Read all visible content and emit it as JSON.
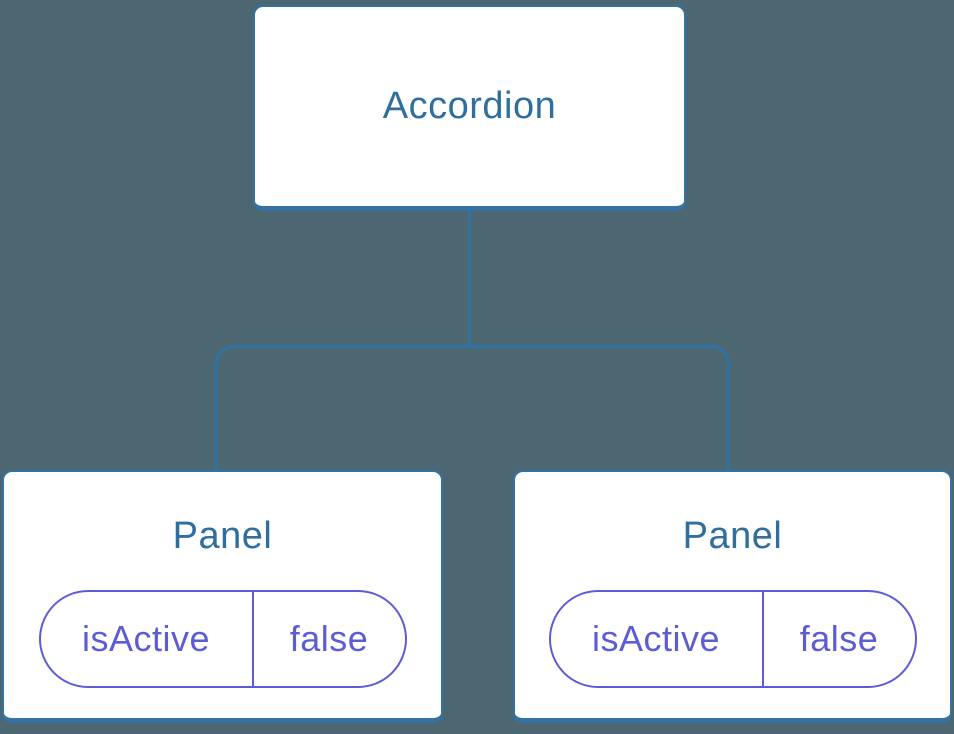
{
  "colors": {
    "background": "#4C6771",
    "line": "#2E73A6",
    "node-border": "#3472A4",
    "node-bg": "#FFFFFF",
    "title": "#2F6E9D",
    "purple": "#5C5CD6"
  },
  "tree": {
    "root": {
      "label": "Accordion"
    },
    "children": [
      {
        "label": "Panel",
        "state": {
          "key": "isActive",
          "value": "false"
        }
      },
      {
        "label": "Panel",
        "state": {
          "key": "isActive",
          "value": "false"
        }
      }
    ]
  }
}
